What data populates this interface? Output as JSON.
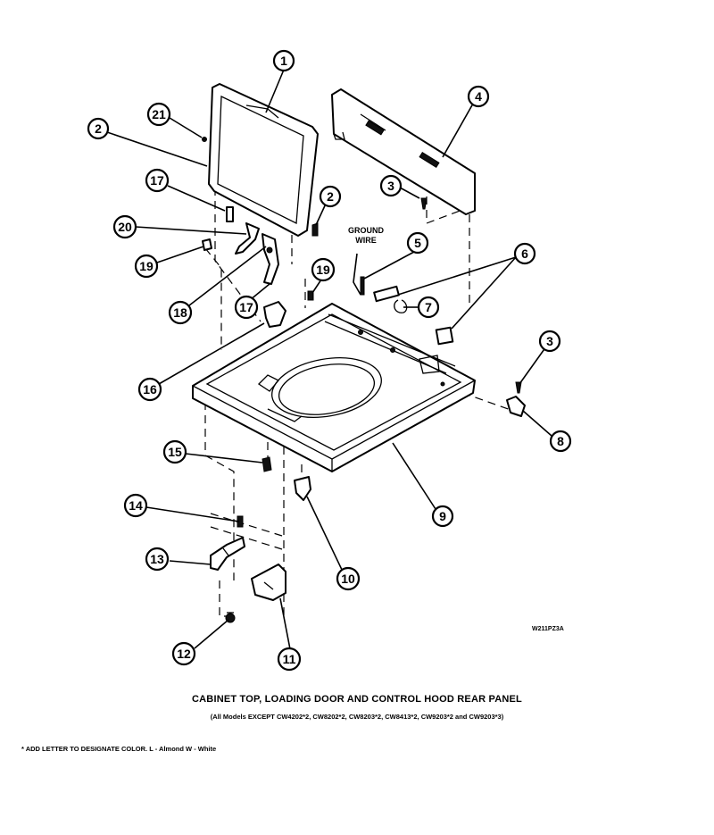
{
  "diagram": {
    "ground_wire_line1": "GROUND",
    "ground_wire_line2": "WIRE",
    "drawing_code": "W211PZ3A",
    "callouts": [
      {
        "id": "c1",
        "label": "1"
      },
      {
        "id": "c2a",
        "label": "2"
      },
      {
        "id": "c2b",
        "label": "2"
      },
      {
        "id": "c3a",
        "label": "3"
      },
      {
        "id": "c3b",
        "label": "3"
      },
      {
        "id": "c4",
        "label": "4"
      },
      {
        "id": "c5",
        "label": "5"
      },
      {
        "id": "c6",
        "label": "6"
      },
      {
        "id": "c7",
        "label": "7"
      },
      {
        "id": "c8",
        "label": "8"
      },
      {
        "id": "c9",
        "label": "9"
      },
      {
        "id": "c10",
        "label": "10"
      },
      {
        "id": "c11",
        "label": "11"
      },
      {
        "id": "c12",
        "label": "12"
      },
      {
        "id": "c13",
        "label": "13"
      },
      {
        "id": "c14",
        "label": "14"
      },
      {
        "id": "c15",
        "label": "15"
      },
      {
        "id": "c16",
        "label": "16"
      },
      {
        "id": "c17a",
        "label": "17"
      },
      {
        "id": "c17b",
        "label": "17"
      },
      {
        "id": "c18",
        "label": "18"
      },
      {
        "id": "c19a",
        "label": "19"
      },
      {
        "id": "c19b",
        "label": "19"
      },
      {
        "id": "c20",
        "label": "20"
      },
      {
        "id": "c21",
        "label": "21"
      }
    ]
  },
  "caption": {
    "title": "CABINET TOP, LOADING DOOR AND CONTROL HOOD REAR PANEL",
    "models": "(All Models EXCEPT CW4202*2, CW8202*2, CW8203*2, CW8413*2, CW9203*2 and CW9203*3)",
    "note": "* ADD LETTER TO DESIGNATE COLOR.  L - Almond   W - White"
  }
}
